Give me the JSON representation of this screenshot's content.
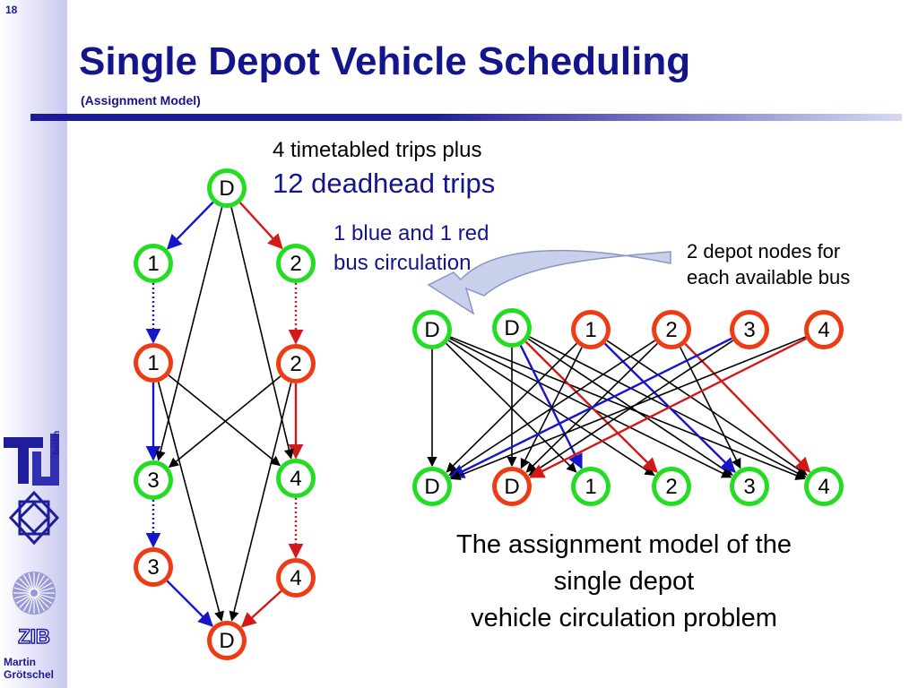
{
  "slide_number": "18",
  "title": "Single Depot Vehicle Scheduling",
  "subtitle": "(Assignment Model)",
  "author_first": "Martin",
  "author_last": "Grötschel",
  "logo_text": {
    "tu": "berlin",
    "zib": "ZIB"
  },
  "text": {
    "timetabled": "4 timetabled trips plus",
    "deadhead": "12 deadhead trips",
    "circulation_line1": "1 blue and 1 red",
    "circulation_line2": "bus circulation",
    "depot_line1": "2 depot nodes for",
    "depot_line2": "each available bus",
    "caption_line1": "The assignment model of the",
    "caption_line2": "single depot",
    "caption_line3": "vehicle circulation problem"
  },
  "colors": {
    "title_blue": "#14148c",
    "green": "#22dd22",
    "red": "#ee3b14",
    "blue_arc": "#1515cc",
    "red_arc": "#d41818"
  },
  "left_graph": {
    "nodes": [
      {
        "id": "Ls",
        "label": "D",
        "color": "green"
      },
      {
        "id": "L1a",
        "label": "1",
        "color": "green"
      },
      {
        "id": "L2a",
        "label": "2",
        "color": "green"
      },
      {
        "id": "L1b",
        "label": "1",
        "color": "red"
      },
      {
        "id": "L2b",
        "label": "2",
        "color": "red"
      },
      {
        "id": "L3a",
        "label": "3",
        "color": "green"
      },
      {
        "id": "L4a",
        "label": "4",
        "color": "green"
      },
      {
        "id": "L3b",
        "label": "3",
        "color": "red"
      },
      {
        "id": "L4b",
        "label": "4",
        "color": "red"
      },
      {
        "id": "Le",
        "label": "D",
        "color": "red"
      }
    ],
    "edges": [
      {
        "from": "Ls",
        "to": "L1a",
        "color": "blue"
      },
      {
        "from": "Ls",
        "to": "L2a",
        "color": "red"
      },
      {
        "from": "L1a",
        "to": "L1b",
        "color": "blue",
        "dotted": true
      },
      {
        "from": "L2a",
        "to": "L2b",
        "color": "red",
        "dotted": true
      },
      {
        "from": "L1b",
        "to": "L3a",
        "color": "blue"
      },
      {
        "from": "L2b",
        "to": "L4a",
        "color": "red"
      },
      {
        "from": "L3a",
        "to": "L3b",
        "color": "blue",
        "dotted": true
      },
      {
        "from": "L4a",
        "to": "L4b",
        "color": "red",
        "dotted": true
      },
      {
        "from": "L3b",
        "to": "Le",
        "color": "blue"
      },
      {
        "from": "L4b",
        "to": "Le",
        "color": "red"
      },
      {
        "from": "Ls",
        "to": "L3a",
        "color": "black"
      },
      {
        "from": "Ls",
        "to": "L4a",
        "color": "black"
      },
      {
        "from": "L1b",
        "to": "L4a",
        "color": "black"
      },
      {
        "from": "L2b",
        "to": "L3a",
        "color": "black"
      },
      {
        "from": "L1b",
        "to": "Le",
        "color": "black"
      },
      {
        "from": "L2b",
        "to": "Le",
        "color": "black"
      }
    ]
  },
  "right_graph": {
    "top_nodes": [
      {
        "id": "Tg",
        "label": "D",
        "color": "green"
      },
      {
        "id": "Tg2",
        "label": "D",
        "color": "green"
      },
      {
        "id": "T1",
        "label": "1",
        "color": "red"
      },
      {
        "id": "T2",
        "label": "2",
        "color": "red"
      },
      {
        "id": "T3",
        "label": "3",
        "color": "red"
      },
      {
        "id": "T4",
        "label": "4",
        "color": "red"
      }
    ],
    "bottom_nodes": [
      {
        "id": "Bg",
        "label": "D",
        "color": "green"
      },
      {
        "id": "Br",
        "label": "D",
        "color": "red"
      },
      {
        "id": "B1",
        "label": "1",
        "color": "green"
      },
      {
        "id": "B2",
        "label": "2",
        "color": "green"
      },
      {
        "id": "B3",
        "label": "3",
        "color": "green"
      },
      {
        "id": "B4",
        "label": "4",
        "color": "green"
      }
    ],
    "edges": [
      {
        "from": "Tg",
        "to": "Bg",
        "color": "black"
      },
      {
        "from": "Tg",
        "to": "B1",
        "color": "black"
      },
      {
        "from": "Tg",
        "to": "B2",
        "color": "black"
      },
      {
        "from": "Tg",
        "to": "B3",
        "color": "black"
      },
      {
        "from": "Tg",
        "to": "B4",
        "color": "black"
      },
      {
        "from": "Tg2",
        "to": "Br",
        "color": "black"
      },
      {
        "from": "Tg2",
        "to": "B1",
        "color": "blue"
      },
      {
        "from": "Tg2",
        "to": "B2",
        "color": "red"
      },
      {
        "from": "Tg2",
        "to": "B3",
        "color": "black"
      },
      {
        "from": "Tg2",
        "to": "B4",
        "color": "black"
      },
      {
        "from": "T1",
        "to": "Bg",
        "color": "black"
      },
      {
        "from": "T1",
        "to": "Br",
        "color": "black"
      },
      {
        "from": "T1",
        "to": "B3",
        "color": "blue"
      },
      {
        "from": "T1",
        "to": "B4",
        "color": "black"
      },
      {
        "from": "T2",
        "to": "Bg",
        "color": "black"
      },
      {
        "from": "T2",
        "to": "Br",
        "color": "black"
      },
      {
        "from": "T2",
        "to": "B3",
        "color": "black"
      },
      {
        "from": "T2",
        "to": "B4",
        "color": "red"
      },
      {
        "from": "T3",
        "to": "Bg",
        "color": "blue"
      },
      {
        "from": "T3",
        "to": "Br",
        "color": "black"
      },
      {
        "from": "T4",
        "to": "Bg",
        "color": "black"
      },
      {
        "from": "T4",
        "to": "Br",
        "color": "red"
      }
    ]
  }
}
